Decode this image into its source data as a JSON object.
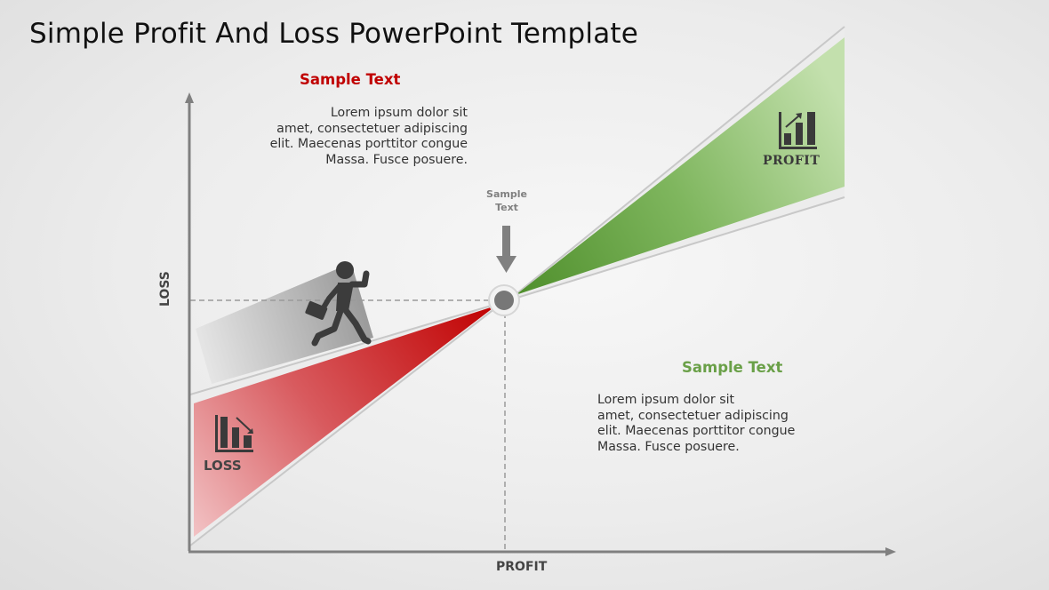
{
  "title": "Simple Profit And Loss PowerPoint Template",
  "top_block": {
    "heading": "Sample Text",
    "heading_color": "#c00000",
    "lines": [
      "Lorem ipsum dolor sit",
      "amet, consectetuer adipiscing",
      "elit. Maecenas porttitor congue",
      "Massa. Fusce posuere."
    ]
  },
  "bottom_block": {
    "heading": "Sample Text",
    "heading_color": "#6aa048",
    "lines": [
      "Lorem ipsum dolor sit",
      "amet, consectetuer adipiscing",
      "elit. Maecenas porttitor congue",
      "Massa. Fusce posuere."
    ]
  },
  "callout": {
    "line1": "Sample",
    "line2": "Text",
    "icon": "arrow-down-icon"
  },
  "axes": {
    "x_label": "PROFIT",
    "y_label": "LOSS"
  },
  "wedges": {
    "profit": {
      "label": "PROFIT",
      "icon": "bar-chart-up-icon",
      "color": "#5e9c3a"
    },
    "loss": {
      "label": "LOSS",
      "icon": "bar-chart-down-icon",
      "color": "#c00000"
    }
  },
  "figure": {
    "icon": "running-businessman-icon"
  }
}
